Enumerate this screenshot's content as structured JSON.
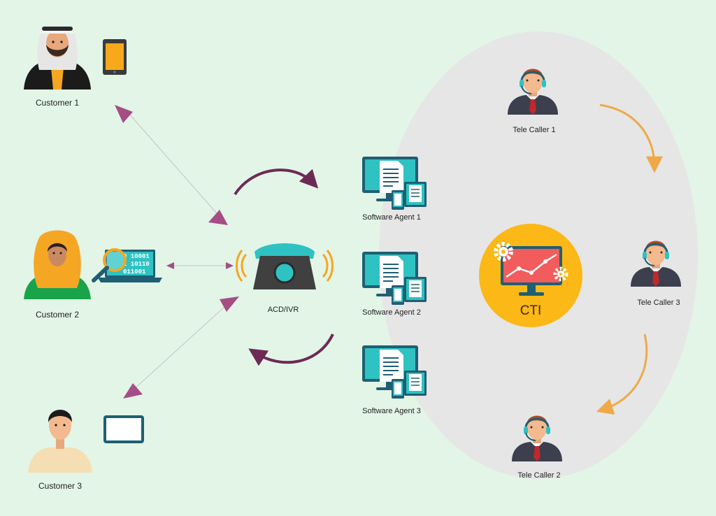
{
  "customers": [
    {
      "label": "Customer 1",
      "icon": "customer-arab-man-icon",
      "device": "mobile-phone-icon"
    },
    {
      "label": "Customer 2",
      "icon": "customer-woman-hijab-icon",
      "device": "laptop-data-search-icon",
      "data_lines": [
        "0 10001",
        "1 10110",
        "011001"
      ]
    },
    {
      "label": "Customer 3",
      "icon": "customer-man-icon",
      "device": "tablet-icon"
    }
  ],
  "acd": {
    "label": "ACD/IVR",
    "icon": "telephone-ringing-icon"
  },
  "agents": [
    {
      "label": "Software Agent 1",
      "icon": "computer-documents-icon"
    },
    {
      "label": "Software Agent 2",
      "icon": "computer-documents-icon"
    },
    {
      "label": "Software Agent 3",
      "icon": "computer-documents-icon"
    }
  ],
  "cti": {
    "label": "CTI",
    "icon": "monitor-chart-gears-icon"
  },
  "callers": [
    {
      "label": "Tele Caller 1",
      "icon": "headset-agent-icon"
    },
    {
      "label": "Tele Caller 3",
      "icon": "headset-agent-icon"
    },
    {
      "label": "Tele Caller 2",
      "icon": "headset-agent-icon"
    }
  ],
  "colors": {
    "background": "#e2f5e7",
    "ellipse": "#e6e6e6",
    "link_arrow": "#a64d86",
    "curved_arrow": "#6e2a57",
    "caller_arrow": "#f0a948",
    "cti_circle": "#fbb816",
    "screen": "#2ec2c2",
    "monitor": "#1f5f73"
  }
}
